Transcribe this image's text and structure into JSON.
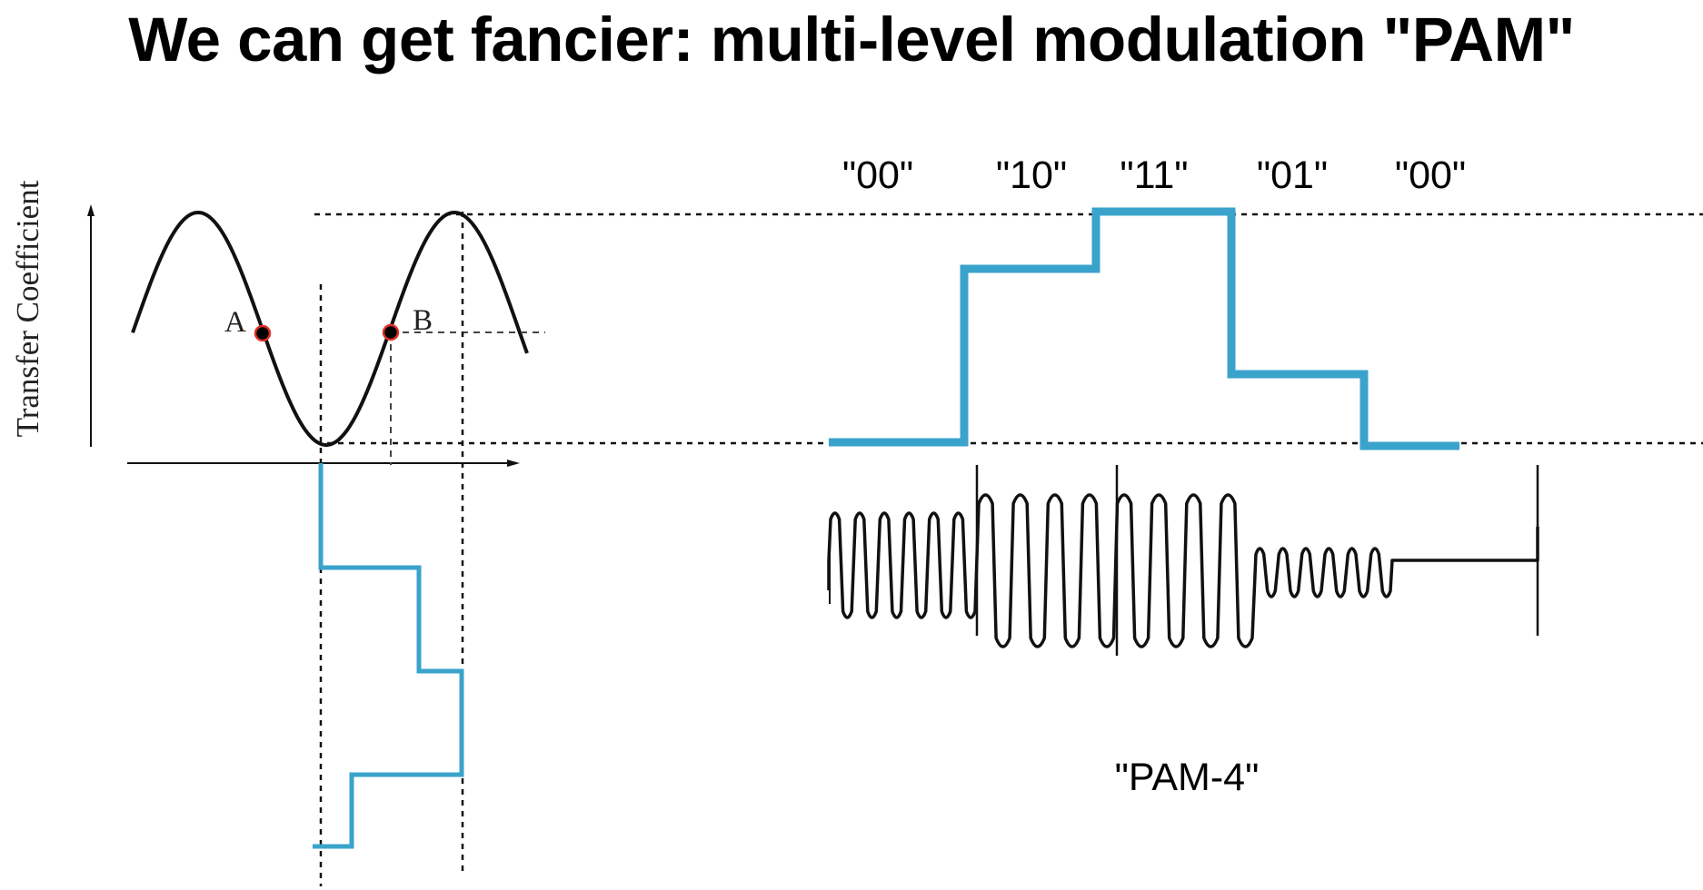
{
  "title": "We can get fancier: multi-level modulation \"PAM\"",
  "transfer_plot": {
    "ylabel": "Transfer Coefficient",
    "point_a_label": "A",
    "point_b_label": "B"
  },
  "pam": {
    "symbols": [
      "\"00\"",
      "\"10\"",
      "\"11\"",
      "\"01\"",
      "\"00\""
    ],
    "caption": "\"PAM-4\""
  },
  "colors": {
    "signal_blue": "#3aa3cc",
    "ink": "#111111",
    "point_fill": "#000000",
    "point_outline": "#e0302a"
  }
}
